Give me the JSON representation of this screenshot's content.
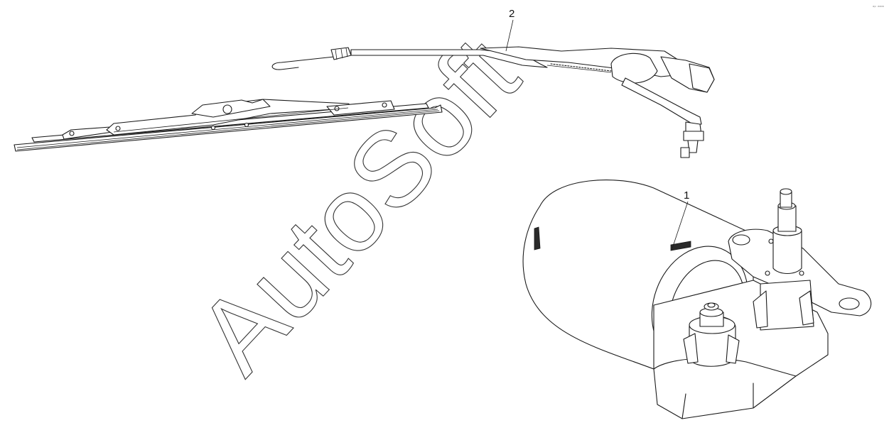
{
  "callouts": [
    {
      "id": "1",
      "label": "1"
    },
    {
      "id": "2",
      "label": "2"
    }
  ],
  "watermark": "AutoSoft",
  "corner_mark": "ᵃᵖ ʷʷʷ"
}
